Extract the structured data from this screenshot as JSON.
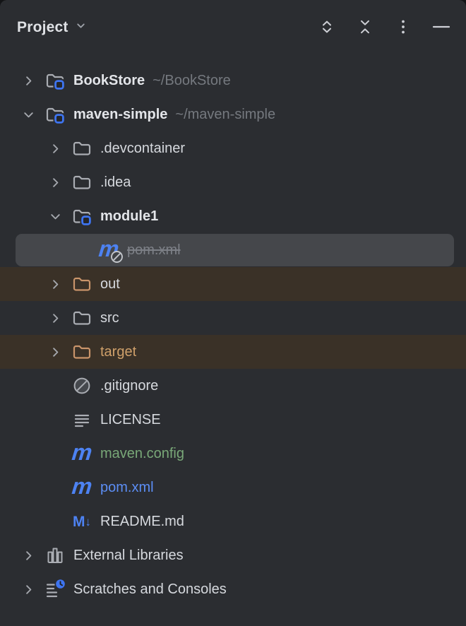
{
  "header": {
    "title": "Project",
    "title_dropdown_icon": "chevron-down",
    "icon_names": [
      "expand-all",
      "collapse-all",
      "more-options",
      "hide"
    ]
  },
  "colors": {
    "panel_bg": "#2b2d31",
    "selection_bg": "#45474b",
    "excluded_row_bg": "#3a3127",
    "excluded_text": "#cfa06a",
    "vcs_green_text": "#79a878",
    "vcs_blue_text": "#5c8ef5",
    "ignored_text": "#7d8087",
    "maven_blue": "#4d82f2",
    "badge_blue": "#3e74f0",
    "folder_orange": "#c9946a",
    "icon_gray": "#aaadb3",
    "text_default": "#d6d9de"
  },
  "tree": {
    "rows": [
      {
        "name": "BookStore",
        "path": "~/BookStore",
        "level": 0,
        "chevron": "right",
        "icon": "module-folder",
        "bold": true
      },
      {
        "name": "maven-simple",
        "path": "~/maven-simple",
        "level": 0,
        "chevron": "down",
        "icon": "module-folder",
        "bold": true
      },
      {
        "name": ".devcontainer",
        "level": 1,
        "chevron": "right",
        "icon": "folder"
      },
      {
        "name": ".idea",
        "level": 1,
        "chevron": "right",
        "icon": "folder"
      },
      {
        "name": "module1",
        "level": 1,
        "chevron": "down",
        "icon": "module-folder",
        "bold": true
      },
      {
        "name": "pom.xml",
        "level": 2,
        "chevron": "none",
        "icon": "maven-ignored",
        "selected": true,
        "color": "ignored"
      },
      {
        "name": "out",
        "level": 1,
        "chevron": "right",
        "icon": "folder-excluded",
        "row_bg": "excluded"
      },
      {
        "name": "src",
        "level": 1,
        "chevron": "right",
        "icon": "folder"
      },
      {
        "name": "target",
        "level": 1,
        "chevron": "right",
        "icon": "folder-excluded",
        "row_bg": "excluded",
        "color": "excluded"
      },
      {
        "name": ".gitignore",
        "level": 1,
        "chevron": "none",
        "icon": "ignored"
      },
      {
        "name": "LICENSE",
        "level": 1,
        "chevron": "none",
        "icon": "text-file"
      },
      {
        "name": "maven.config",
        "level": 1,
        "chevron": "none",
        "icon": "maven",
        "color": "green"
      },
      {
        "name": "pom.xml",
        "level": 1,
        "chevron": "none",
        "icon": "maven",
        "color": "blue"
      },
      {
        "name": "README.md",
        "level": 1,
        "chevron": "none",
        "icon": "markdown"
      },
      {
        "name": "External Libraries",
        "level": 0,
        "chevron": "right",
        "icon": "library"
      },
      {
        "name": "Scratches and Consoles",
        "level": 0,
        "chevron": "right",
        "icon": "scratches"
      }
    ]
  }
}
